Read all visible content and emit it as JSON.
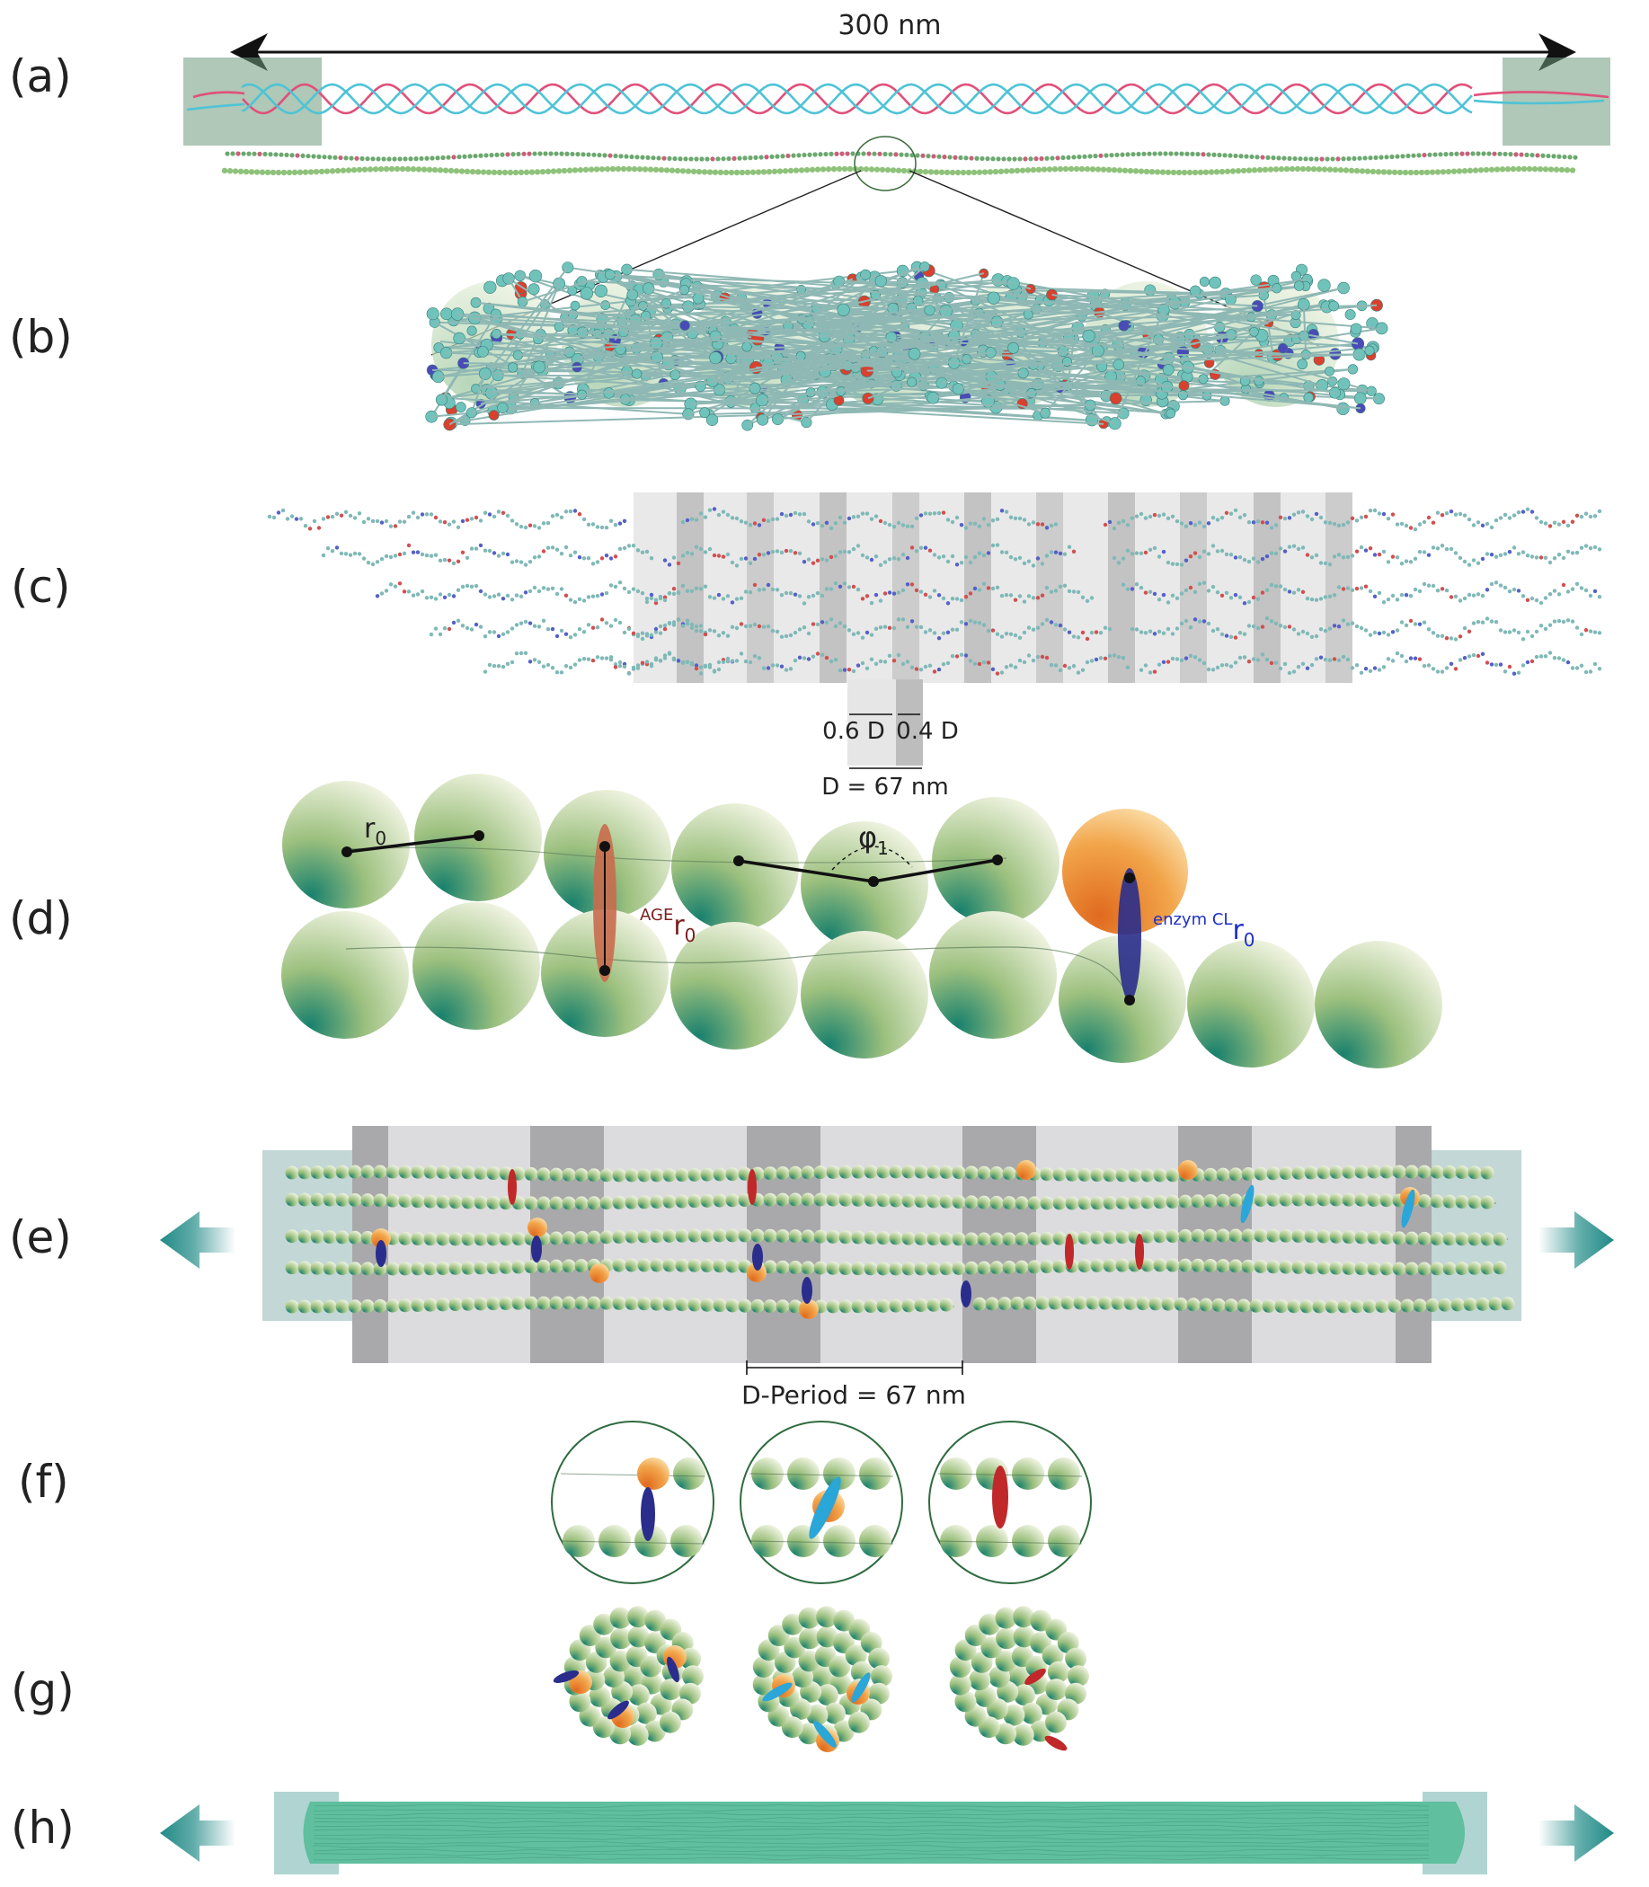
{
  "panels": {
    "a": "(a)",
    "b": "(b)",
    "c": "(c)",
    "d": "(d)",
    "e": "(e)",
    "f": "(f)",
    "g": "(g)",
    "h": "(h)"
  },
  "annotations": {
    "length": "300 nm",
    "gap_fraction": "0.6 D",
    "overlap_fraction": "0.4 D",
    "d_period": "D = 67 nm",
    "r0_symbol": "r",
    "r0_subscript": "0",
    "phi_symbol": "φ",
    "phi_subscript": "1",
    "age_superscript": "AGE",
    "age_symbol": "r",
    "age_subscript": "0",
    "enzym_superscript": "enzym CL",
    "enzym_symbol": "r",
    "enzym_subscript": "0",
    "d_period_label": "D-Period = 67 nm"
  },
  "colors": {
    "bead_light": "#f4f6e6",
    "bead_mid": "#9cc07e",
    "bead_dark": "#17806d",
    "helix_pink": "#e0507a",
    "helix_cyan": "#4ec3d6",
    "age_red": "#c0282a",
    "enzyme_blue": "#2a2d8c",
    "enzyme_cyan": "#2aa6d8",
    "enzyme_orange": "#ef9a2a",
    "end_box": "#6d9a7c",
    "arrow_teal": "#1f8a86",
    "gap_band": "#a9a9ab",
    "overlap_band": "#dcdcde",
    "fibril": "#5fbf9e"
  }
}
